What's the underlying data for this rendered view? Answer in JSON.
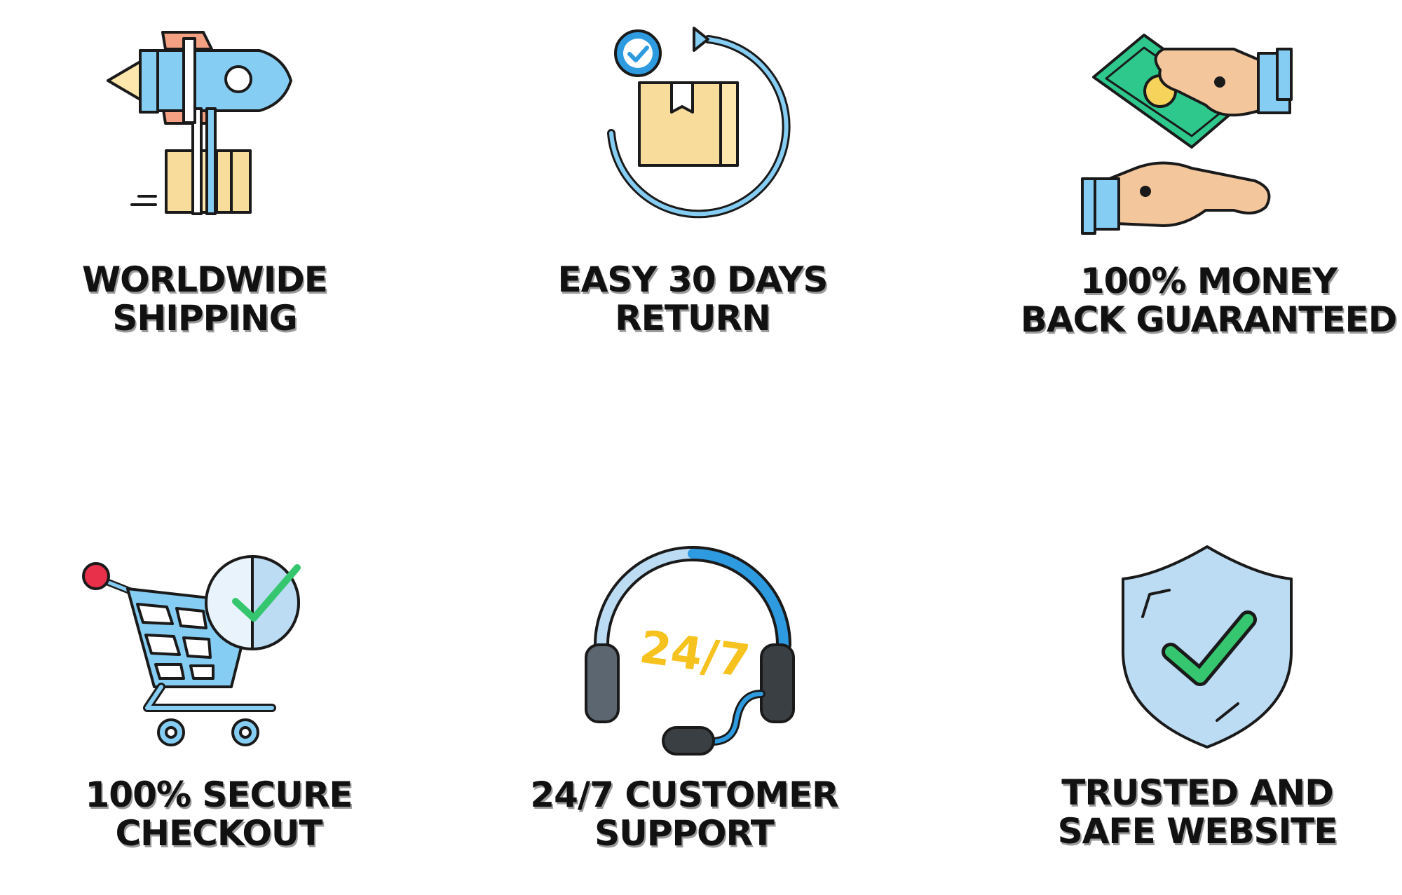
{
  "features": [
    {
      "icon": "rocket-delivery-icon",
      "label_line1": "WORLDWIDE",
      "label_line2": "SHIPPING"
    },
    {
      "icon": "box-return-icon",
      "label_line1": "EASY 30 DAYS",
      "label_line2": "RETURN"
    },
    {
      "icon": "money-back-hands-icon",
      "label_line1": "100% MONEY",
      "label_line2": "BACK GUARANTEED"
    },
    {
      "icon": "cart-check-icon",
      "label_line1": "100% SECURE",
      "label_line2": "CHECKOUT"
    },
    {
      "icon": "headset-24-7-icon",
      "label_line1": "24/7 CUSTOMER",
      "label_line2": "SUPPORT",
      "icon_text": "24/7"
    },
    {
      "icon": "shield-check-icon",
      "label_line1": "TRUSTED AND",
      "label_line2": "SAFE WEBSITE"
    }
  ],
  "colors": {
    "outline": "#1a1a1a",
    "light_blue": "#86cdf3",
    "box_tan": "#f8dc9b",
    "salmon": "#f4a183",
    "cream": "#fde7ad",
    "money_green": "#2ec88d",
    "coin_yellow": "#f6d35b",
    "skin": "#f3c69c",
    "check_green": "#35c66f",
    "accent_blue": "#2e9be0",
    "shield_blue": "#bcdcf4",
    "headset_dark": "#3a3f44",
    "label_text": "#111111"
  }
}
